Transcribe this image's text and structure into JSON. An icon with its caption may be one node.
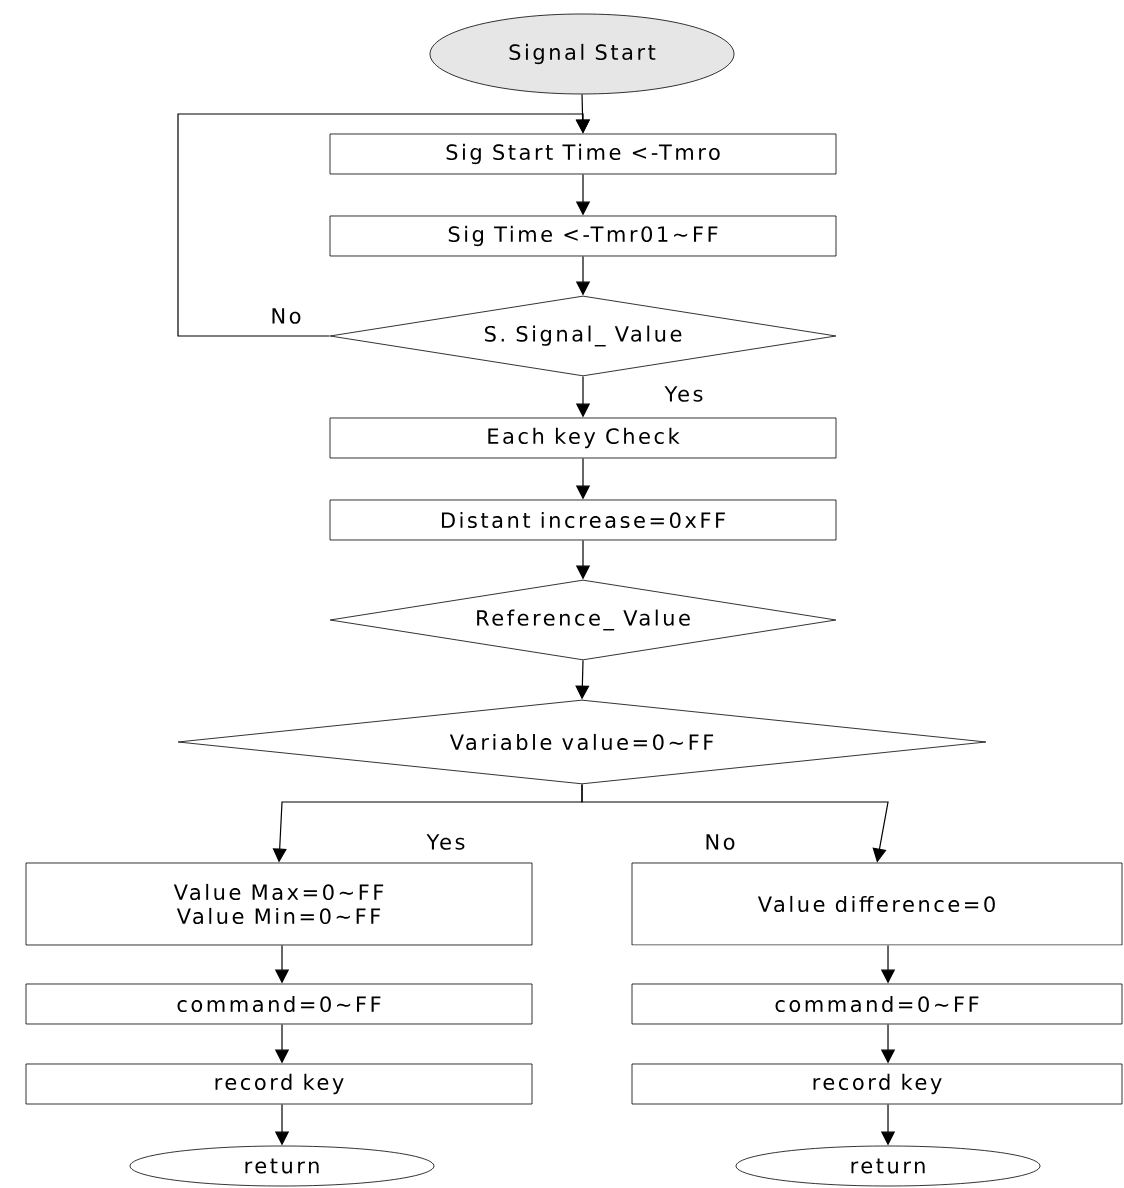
{
  "diagram": {
    "nodes": [
      {
        "text": [
          "Signal Start"
        ]
      },
      {
        "text": [
          "Sig Start Time <-Tmro"
        ]
      },
      {
        "text": [
          "Sig Time <-Tmr01~FF"
        ]
      },
      {
        "text": [
          "S. Signal_ Value"
        ]
      },
      {
        "text": [
          "Each key Check"
        ]
      },
      {
        "text": [
          "Distant increase=0xFF"
        ]
      },
      {
        "text": [
          "Reference_ Value"
        ]
      },
      {
        "text": [
          "Variable value=0~FF"
        ]
      },
      {
        "text": [
          "Value Max=0~FF",
          "Value Min=0~FF"
        ]
      },
      {
        "text": [
          "Value difference=0"
        ]
      },
      {
        "text": [
          "command=0~FF"
        ]
      },
      {
        "text": [
          "command=0~FF"
        ]
      },
      {
        "text": [
          "record key"
        ]
      },
      {
        "text": [
          "record key"
        ]
      },
      {
        "text": [
          "return"
        ]
      },
      {
        "text": [
          "return"
        ]
      }
    ],
    "edges": [
      {
        "from": 0,
        "to": 1,
        "arrow": "to"
      },
      {
        "from": 1,
        "to": 2,
        "arrow": "to"
      },
      {
        "from": 2,
        "to": 3,
        "arrow": "to"
      },
      {
        "from": 3,
        "to": 1,
        "arrow": "to",
        "label": "No"
      },
      {
        "from": 3,
        "to": 4,
        "arrow": "to",
        "label": "Yes"
      },
      {
        "from": 4,
        "to": 5,
        "arrow": "to"
      },
      {
        "from": 5,
        "to": 6,
        "arrow": "to"
      },
      {
        "from": 6,
        "to": 7,
        "arrow": "to"
      },
      {
        "from": 7,
        "to": 8,
        "arrow": "to",
        "label": "Yes"
      },
      {
        "from": 7,
        "to": 9,
        "arrow": "to",
        "label": "No"
      },
      {
        "from": 8,
        "to": 10,
        "arrow": "to"
      },
      {
        "from": 10,
        "to": 12,
        "arrow": "to"
      },
      {
        "from": 12,
        "to": 14,
        "arrow": "to"
      },
      {
        "from": 9,
        "to": 11,
        "arrow": "to"
      },
      {
        "from": 11,
        "to": 13,
        "arrow": "to"
      },
      {
        "from": 13,
        "to": 15,
        "arrow": "to"
      }
    ]
  }
}
